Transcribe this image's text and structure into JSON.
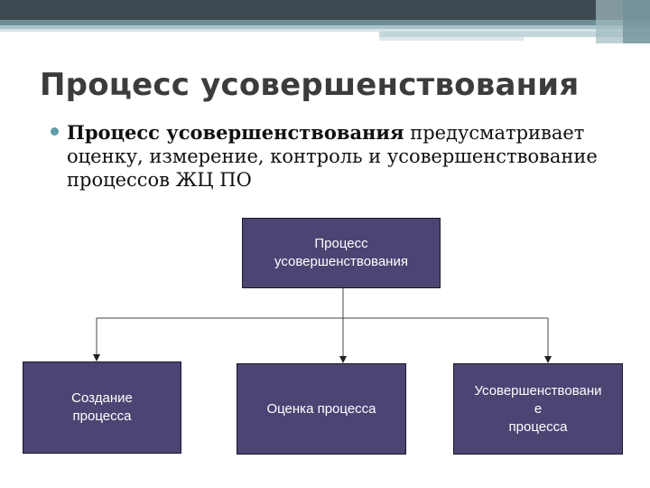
{
  "slide": {
    "title": "Процесс усовершенствования",
    "bullet": {
      "bold": "Процесс усовершенствования",
      "text": " предусматривает оценку, измерение, контроль и усовершенствование процессов ЖЦ ПО"
    }
  },
  "diagram": {
    "root": {
      "line1": "Процесс",
      "line2": "усовершенствования"
    },
    "children": [
      {
        "line1": "Создание",
        "line2": "процесса"
      },
      {
        "line1": "Оценка процесса"
      },
      {
        "line1": "Усовершенствовани",
        "line2": "е",
        "line3": "процесса"
      }
    ]
  },
  "colors": {
    "box_fill": "#4a4573",
    "accent": "#5f9ea8",
    "topbar": "#3e4a52"
  }
}
